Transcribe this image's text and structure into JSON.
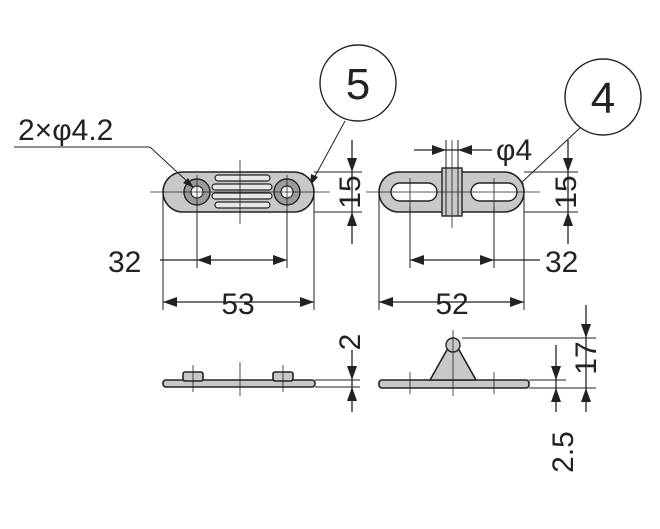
{
  "callouts": {
    "left": "5",
    "right": "4"
  },
  "left_part": {
    "hole_label": "2×φ4.2",
    "height": "15",
    "hole_pitch": "32",
    "length": "53",
    "thickness": "2"
  },
  "right_part": {
    "pin_dia": "φ4",
    "height": "15",
    "slot_pitch": "32",
    "length": "52",
    "total_height": "17",
    "base_thickness": "2.5"
  }
}
